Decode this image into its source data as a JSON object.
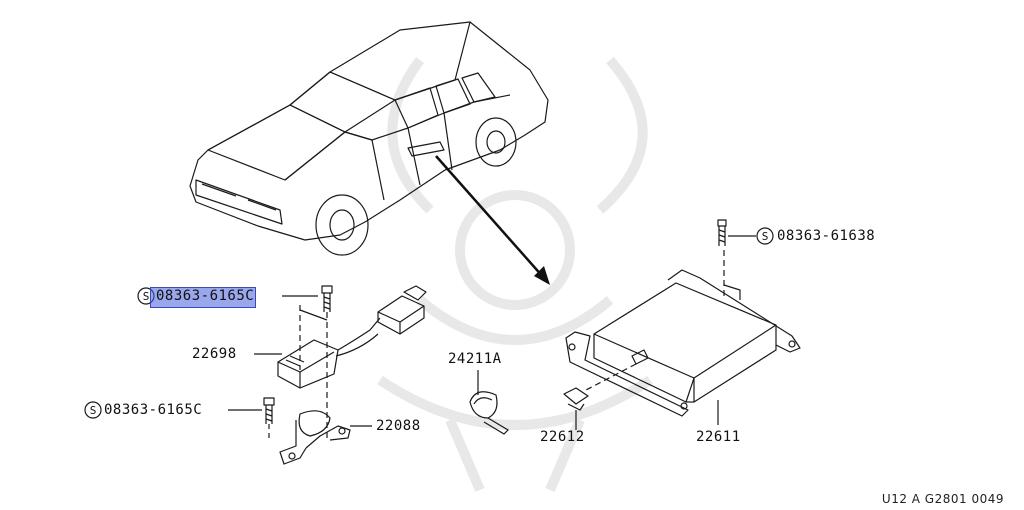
{
  "highlight_color": "#4a5fe0",
  "watermark": "samurai-crest-watermark",
  "parts": {
    "screw_top_right": "08363-61638",
    "screw_highlighted": "08363-6165C",
    "screw_lower_left": "08363-6165C",
    "sensor": "22698",
    "bracket_small": "22088",
    "clip": "24211A",
    "clamp": "22612",
    "control_unit": "22611"
  },
  "footer_code": "U12 A G2801 0049"
}
